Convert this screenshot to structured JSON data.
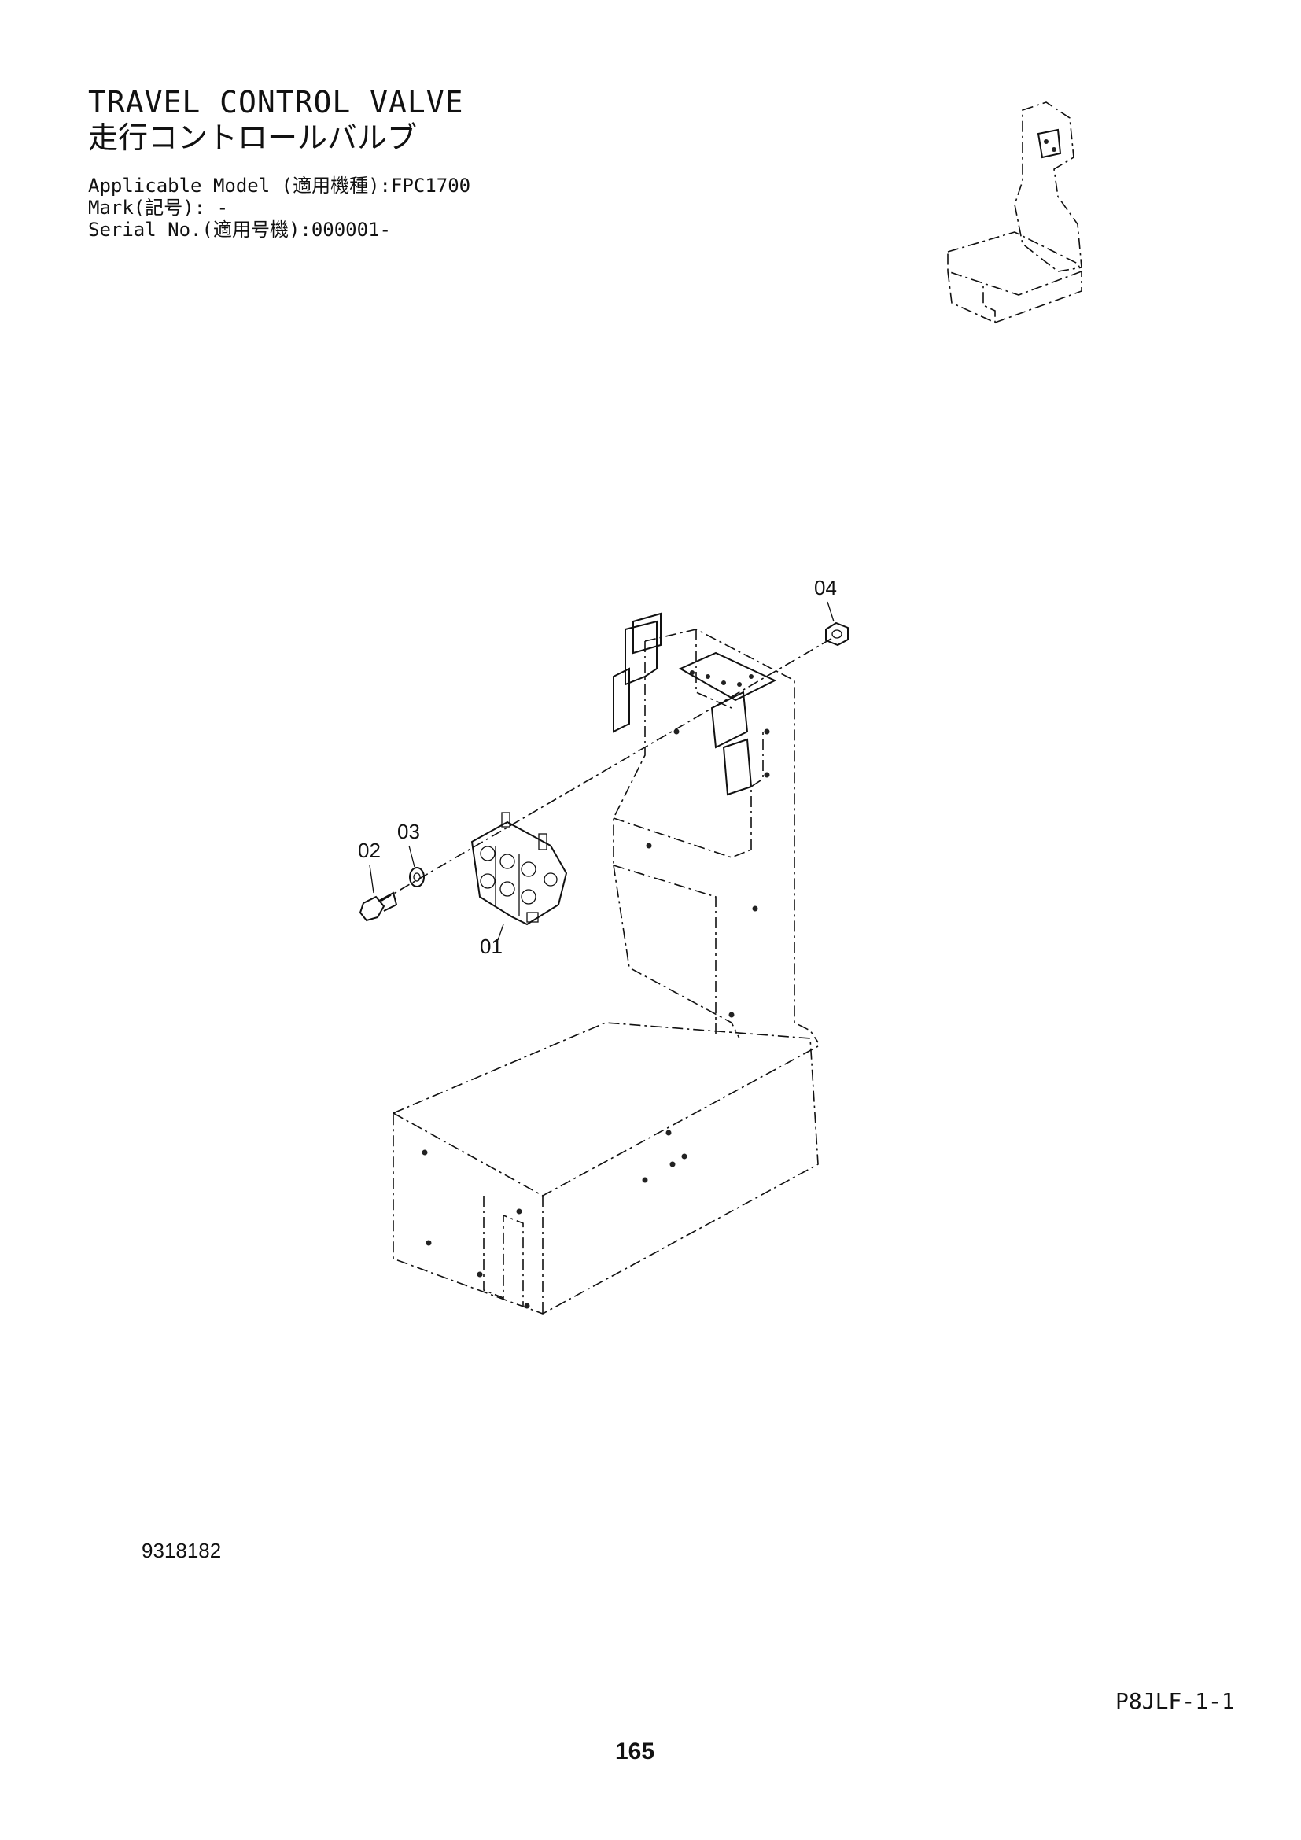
{
  "header": {
    "title_en": "TRAVEL CONTROL VALVE",
    "title_jp": "走行コントロールバルブ",
    "applicable_model": "Applicable Model (適用機種):FPC1700",
    "mark": "Mark(記号): -",
    "serial_no": "Serial No.(適用号機):000001-"
  },
  "callouts": {
    "p01": "01",
    "p02": "02",
    "p03": "03",
    "p04": "04"
  },
  "footer": {
    "drawing_number": "9318182",
    "page_code": "P8JLF-1-1",
    "page_number": "165"
  }
}
